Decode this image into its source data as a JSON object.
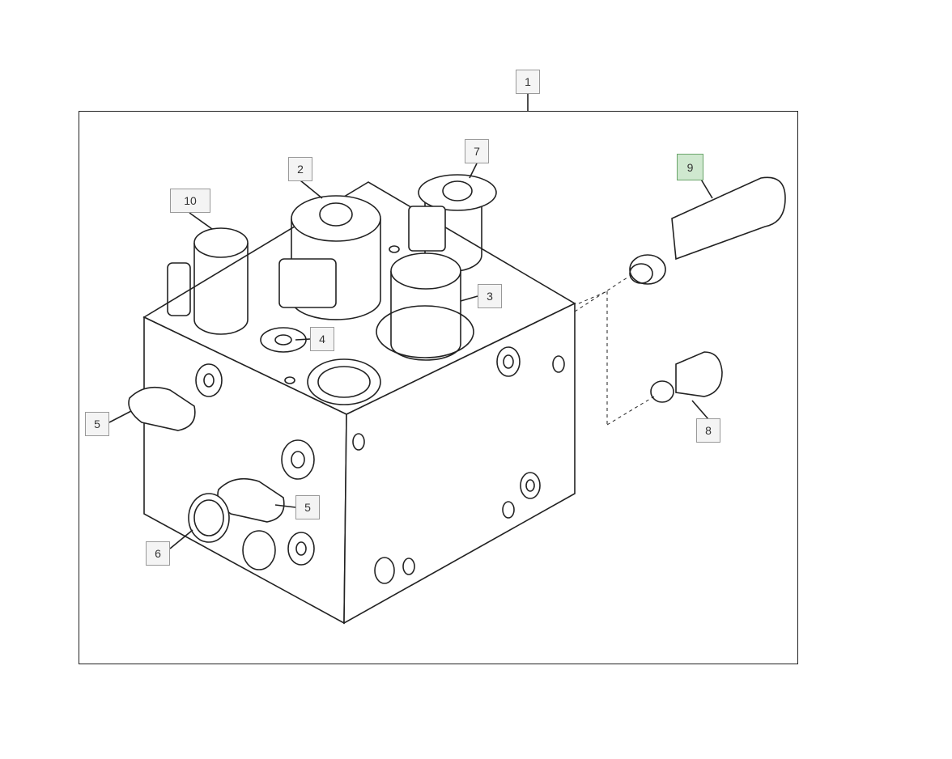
{
  "callouts": {
    "c1": "1",
    "c2": "2",
    "c3": "3",
    "c4": "4",
    "c5a": "5",
    "c5b": "5",
    "c6": "6",
    "c7": "7",
    "c8": "8",
    "c9": "9",
    "c10": "10"
  },
  "highlight_color": "#cfe8cf"
}
